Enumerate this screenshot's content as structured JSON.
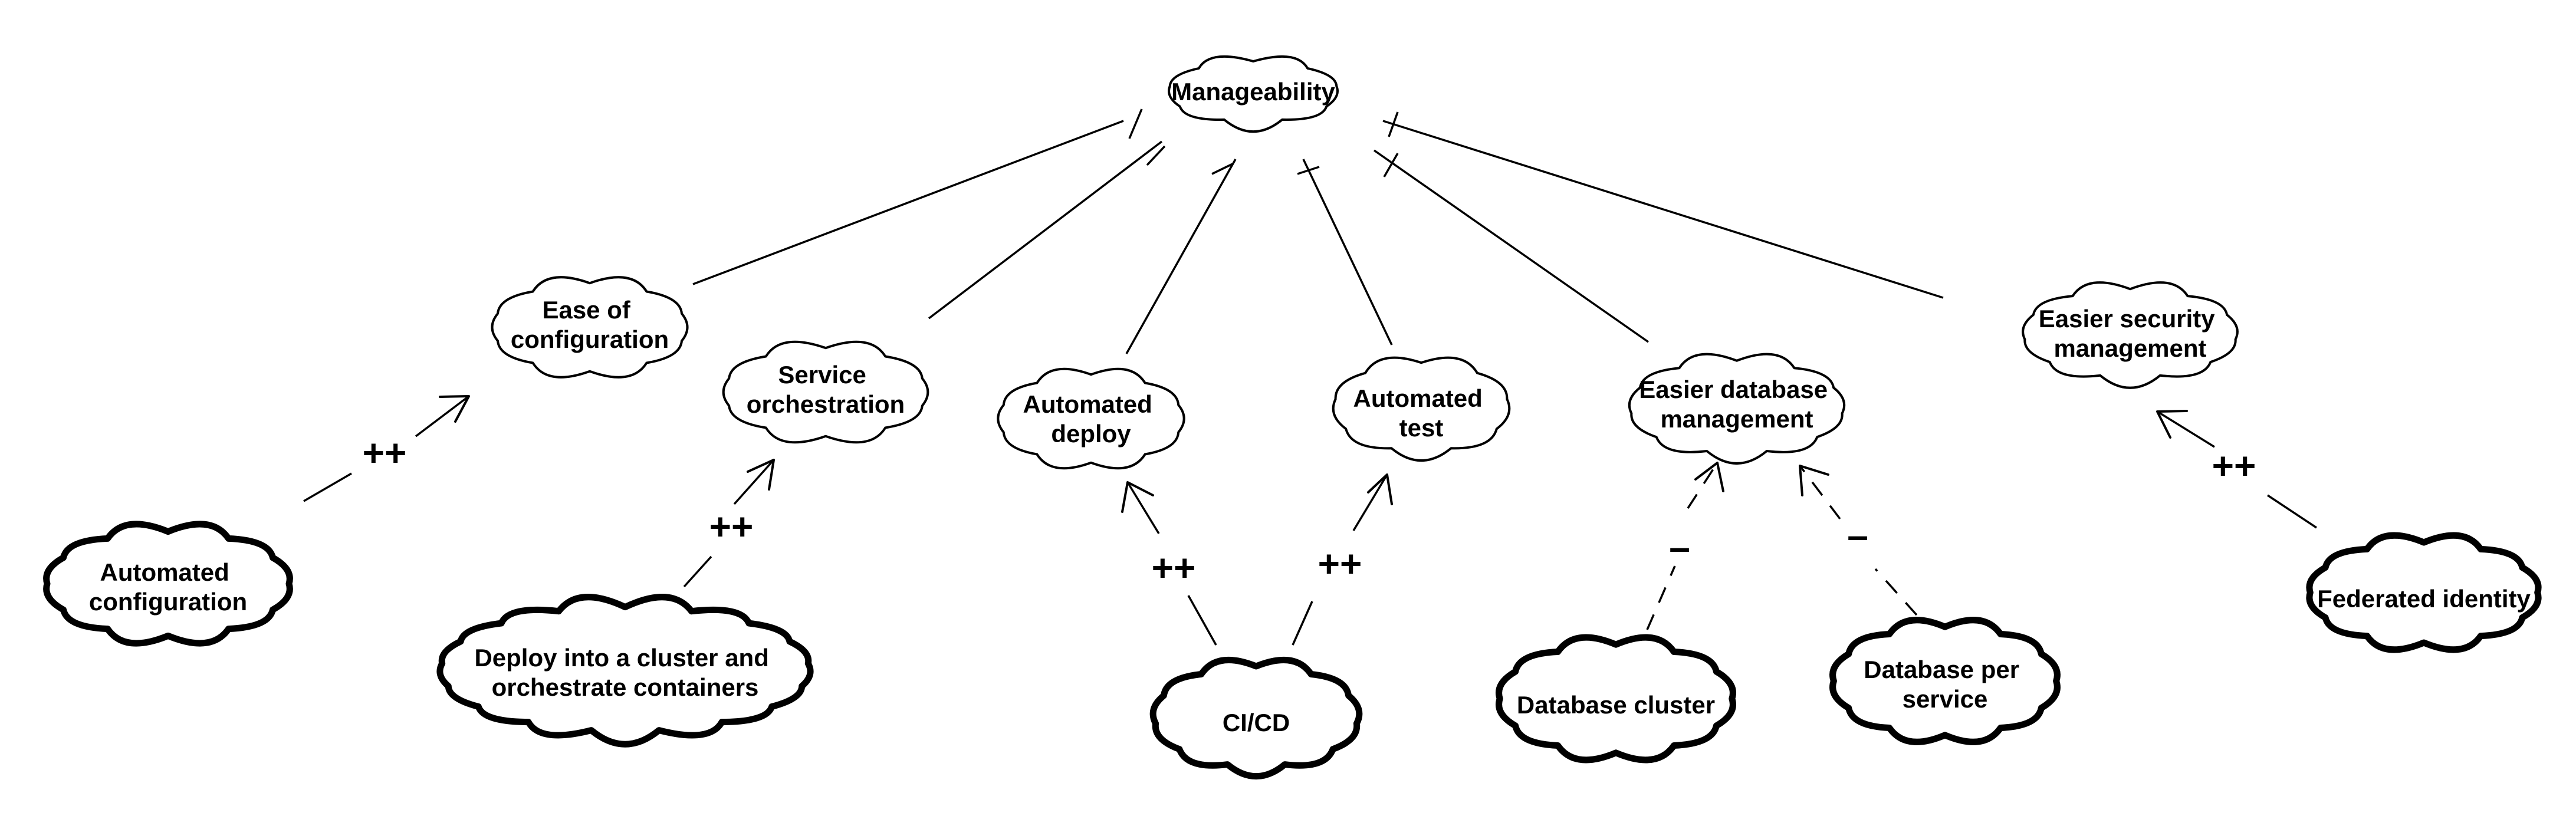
{
  "goals": {
    "manageability": "Manageability",
    "ease_of_configuration": [
      "Ease of",
      "configuration"
    ],
    "service_orchestration": [
      "Service",
      "orchestration"
    ],
    "automated_deploy": [
      "Automated",
      "deploy"
    ],
    "automated_test": [
      "Automated",
      "test"
    ],
    "easier_database_management": [
      "Easier database",
      "management"
    ],
    "easier_security_management": [
      "Easier security",
      "management"
    ]
  },
  "operationalizations": {
    "automated_configuration": [
      "Automated",
      "configuration"
    ],
    "deploy_cluster": [
      "Deploy into a cluster and",
      "orchestrate containers"
    ],
    "ci_cd": "CI/CD",
    "database_cluster": "Database cluster",
    "database_per_service": [
      "Database per",
      "service"
    ],
    "federated_identity": "Federated identity"
  },
  "contributions": {
    "automated_configuration": "++",
    "deploy_cluster": "++",
    "ci_cd_to_deploy": "++",
    "ci_cd_to_test": "++",
    "database_cluster": "–",
    "database_per_service": "–",
    "federated_identity": "++"
  },
  "colors": {
    "stroke": "#000000",
    "fill": "#ffffff",
    "background": "#ffffff"
  }
}
